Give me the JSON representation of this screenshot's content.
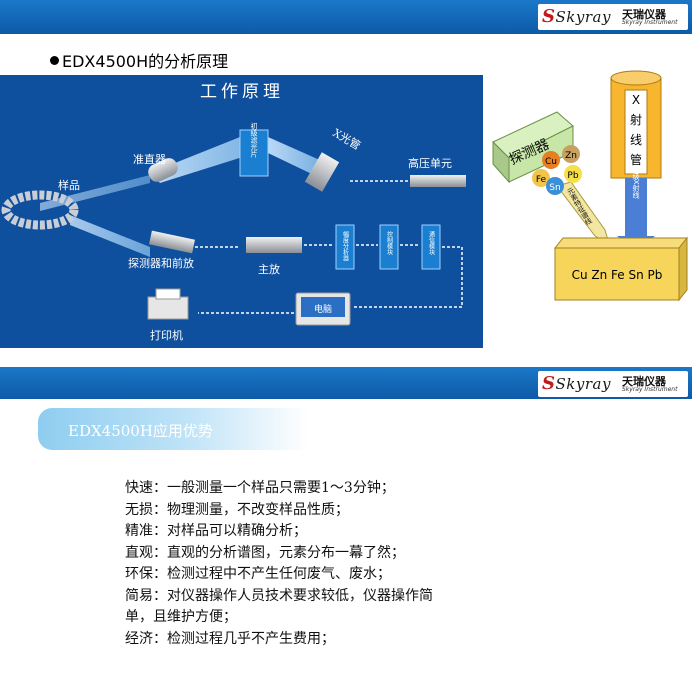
{
  "brand": {
    "logo_text": "Skyray",
    "name_cn": "天瑞仪器",
    "name_en": "Skyray Instrument"
  },
  "section1": {
    "title": "EDX4500H的分析原理"
  },
  "diagram": {
    "title": "工作原理",
    "labels": {
      "collimator": "准直器",
      "filter": "初级滤光片",
      "xray_tube": "X光管",
      "hv_unit": "高压单元",
      "sample": "样品",
      "detector_preamp": "探测器和前放",
      "main_amp": "主放",
      "mca": "幅度分析器",
      "control": "控制模块",
      "comm": "通信模块",
      "computer": "电脑",
      "printer": "打印机"
    }
  },
  "xray_diagram": {
    "detector": "探测器",
    "tube": [
      "X",
      "射",
      "线",
      "管"
    ],
    "elements": [
      "Cu",
      "Zn",
      "Fe",
      "Sn",
      "Pb"
    ],
    "primary_ray": "原级X射线",
    "characteristic_ray": "元素特征谱线",
    "sample": "Cu Zn Fe Sn Pb"
  },
  "section2": {
    "title": "EDX4500H应用优势",
    "items": [
      "快速：一般测量一个样品只需要1～3分钟；",
      "无损：物理测量，不改变样品性质；",
      "精准：对样品可以精确分析；",
      "直观：直观的分析谱图，元素分布一幕了然；",
      "环保：检测过程中不产生任何废气、废水；",
      "简易：对仪器操作人员技术要求较低，仪器操作简",
      "单，且维护方便；",
      "经济：检测过程几乎不产生费用；"
    ]
  },
  "colors": {
    "header_blue": "#1268b8",
    "diagram_bg": "#0e4f9e",
    "tube_orange": "#f7b62e",
    "detector_green": "#c8e6a8"
  }
}
